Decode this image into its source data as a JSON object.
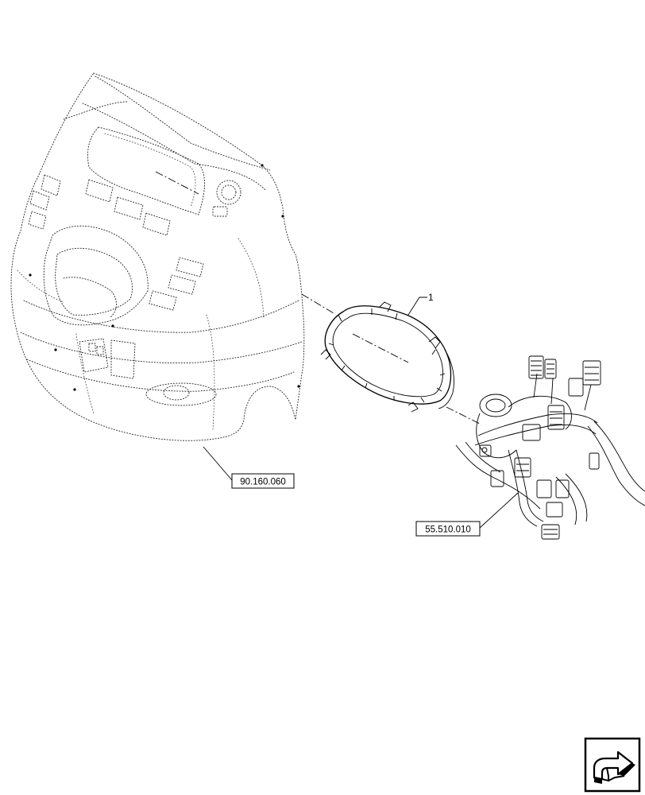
{
  "callouts": {
    "item_1": "1"
  },
  "references": {
    "dashboard_cover": "90.160.060",
    "wiring_harness": "55.510.010"
  },
  "icons": {
    "navigation": "forward-arrow-icon"
  }
}
